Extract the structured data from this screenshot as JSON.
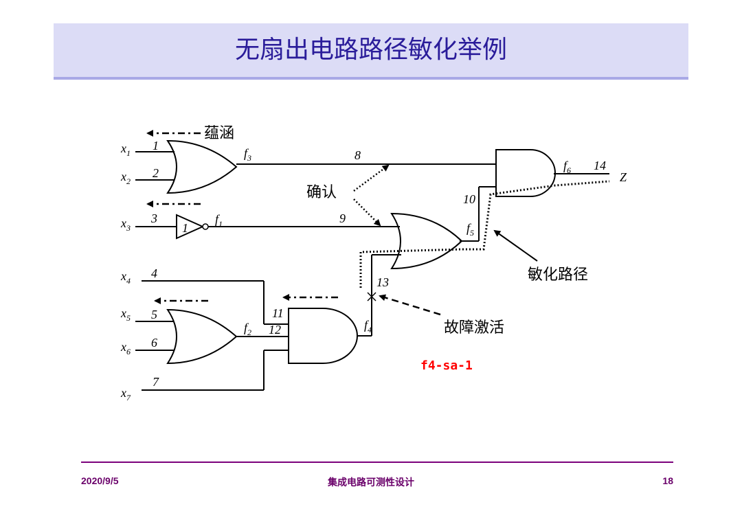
{
  "title": "无扇出电路路径敏化举例",
  "labels": {
    "x1": "x",
    "x1_sub": "1",
    "x2": "x",
    "x2_sub": "2",
    "x3": "x",
    "x3_sub": "3",
    "x4": "x",
    "x4_sub": "4",
    "x5": "x",
    "x5_sub": "5",
    "x6": "x",
    "x6_sub": "6",
    "x7": "x",
    "x7_sub": "7",
    "n1": "1",
    "n2": "2",
    "n3": "3",
    "n4": "4",
    "n5": "5",
    "n6": "6",
    "n7": "7",
    "n8": "8",
    "n9": "9",
    "n10": "10",
    "n11": "11",
    "n12": "12",
    "n13": "13",
    "n14": "14",
    "inv": "1",
    "f1": "f",
    "f1_sub": "1",
    "f2": "f",
    "f2_sub": "2",
    "f3": "f",
    "f3_sub": "3",
    "f4": "f",
    "f4_sub": "4",
    "f5": "f",
    "f5_sub": "5",
    "f6": "f",
    "f6_sub": "6",
    "z": "Z"
  },
  "annotations": {
    "implication": "蕴涵",
    "confirm": "确认",
    "sensitized_path": "敏化路径",
    "fault_activation": "故障激活",
    "fault_name": "f4-sa-1"
  },
  "footer": {
    "date": "2020/9/5",
    "center": "集成电路可测性设计",
    "page": "18"
  }
}
